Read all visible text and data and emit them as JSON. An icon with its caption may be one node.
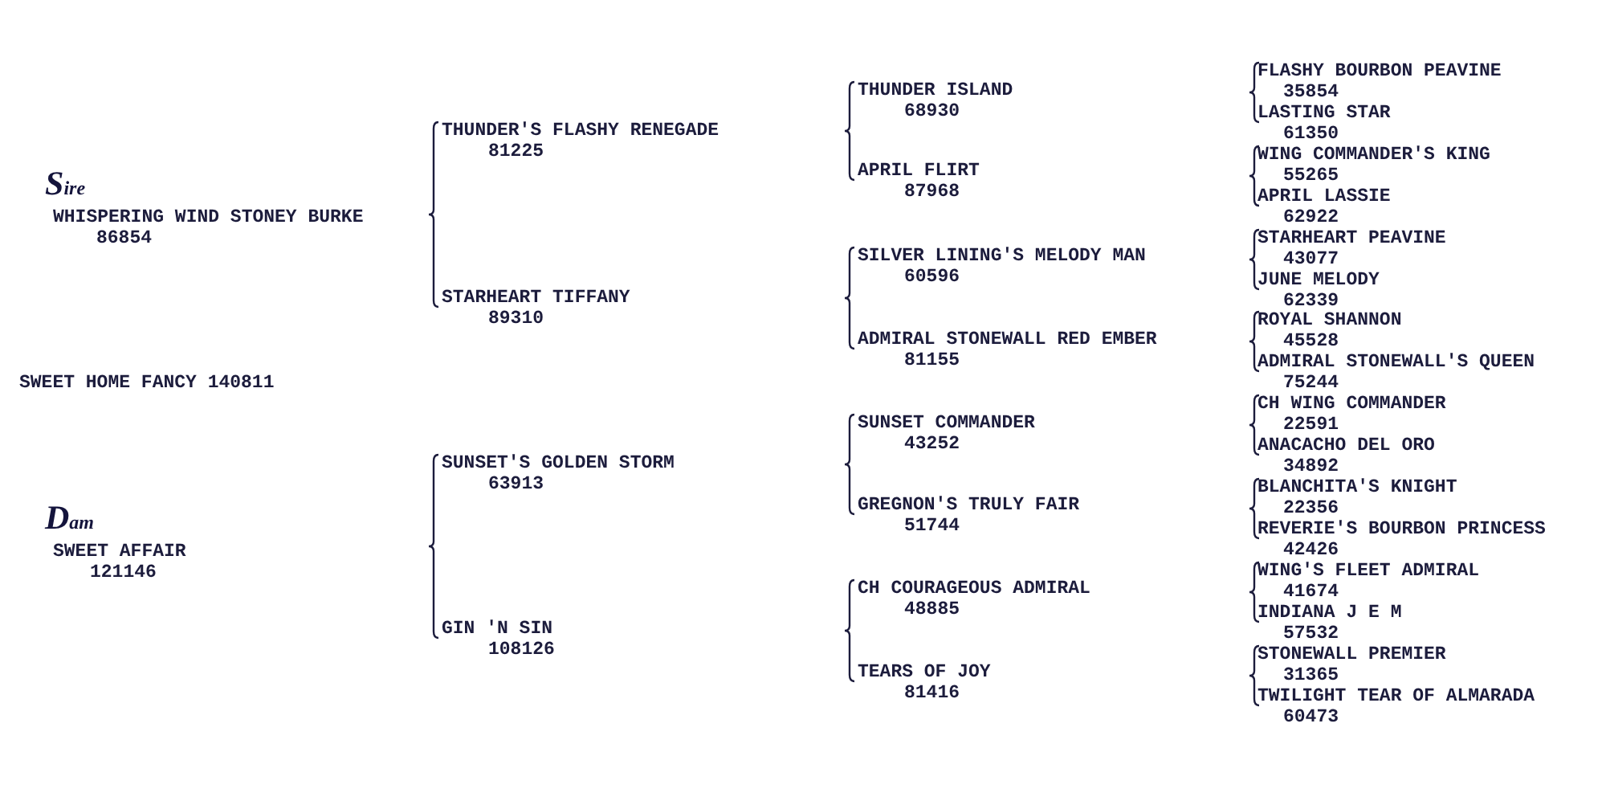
{
  "diagram": {
    "nodes": [
      {
        "text": [
          "Sire",
          "WHISPERING WIND STONEY BURKE",
          "86854"
        ]
      },
      {
        "text": [
          "SWEET HOME FANCY 140811"
        ]
      },
      {
        "text": [
          "Dam",
          "SWEET AFFAIR",
          "121146"
        ]
      },
      {
        "text": [
          "THUNDER'S FLASHY RENEGADE",
          "81225"
        ]
      },
      {
        "text": [
          "STARHEART TIFFANY",
          "89310"
        ]
      },
      {
        "text": [
          "SUNSET'S GOLDEN STORM",
          "63913"
        ]
      },
      {
        "text": [
          "GIN 'N SIN",
          "108126"
        ]
      },
      {
        "text": [
          "THUNDER ISLAND",
          "68930"
        ]
      },
      {
        "text": [
          "APRIL FLIRT",
          "87968"
        ]
      },
      {
        "text": [
          "SILVER LINING'S MELODY MAN",
          "60596"
        ]
      },
      {
        "text": [
          "ADMIRAL STONEWALL RED EMBER",
          "81155"
        ]
      },
      {
        "text": [
          "SUNSET COMMANDER",
          "43252"
        ]
      },
      {
        "text": [
          "GREGNON'S TRULY FAIR",
          "51744"
        ]
      },
      {
        "text": [
          "CH COURAGEOUS ADMIRAL",
          "48885"
        ]
      },
      {
        "text": [
          "TEARS OF JOY",
          "81416"
        ]
      },
      {
        "text": [
          "FLASHY BOURBON PEAVINE",
          "35854"
        ]
      },
      {
        "text": [
          "LASTING STAR",
          "61350"
        ]
      },
      {
        "text": [
          "WING COMMANDER'S KING",
          "55265"
        ]
      },
      {
        "text": [
          "APRIL LASSIE",
          "62922"
        ]
      },
      {
        "text": [
          "STARHEART PEAVINE",
          "43077"
        ]
      },
      {
        "text": [
          "JUNE MELODY",
          "62339"
        ]
      },
      {
        "text": [
          "ROYAL SHANNON",
          "45528"
        ]
      },
      {
        "text": [
          "ADMIRAL STONEWALL'S QUEEN",
          "75244"
        ]
      },
      {
        "text": [
          "CH WING COMMANDER",
          "22591"
        ]
      },
      {
        "text": [
          "ANACACHO DEL ORO",
          "34892"
        ]
      },
      {
        "text": [
          "BLANCHITA'S KNIGHT",
          "22356"
        ]
      },
      {
        "text": [
          "REVERIE'S BOURBON PRINCESS",
          "42426"
        ]
      },
      {
        "text": [
          "WING'S FLEET ADMIRAL",
          "41674"
        ]
      },
      {
        "text": [
          "INDIANA J E M",
          "57532"
        ]
      },
      {
        "text": [
          "STONEWALL PREMIER",
          "31365"
        ]
      },
      {
        "text": [
          "TWILIGHT TEAR OF ALMARADA",
          "60473"
        ]
      }
    ]
  }
}
